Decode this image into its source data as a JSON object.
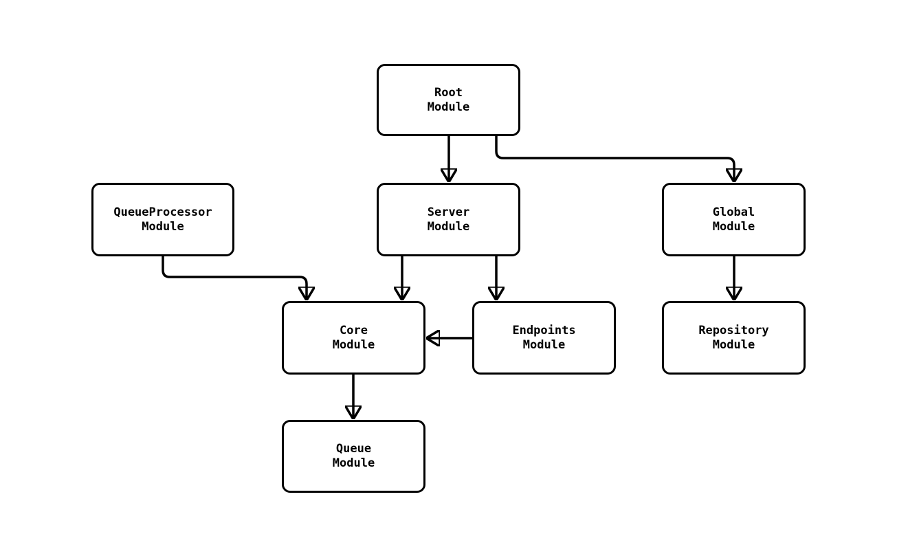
{
  "diagram": {
    "type": "flowchart",
    "direction": "top-down",
    "background_color": "#ffffff",
    "node_fill_color": "#ffffff",
    "node_border_color": "#000000",
    "edge_color": "#000000",
    "nodes": [
      {
        "id": "root",
        "label": "Root\nModule"
      },
      {
        "id": "queueprocessor",
        "label": "QueueProcessor\nModule"
      },
      {
        "id": "server",
        "label": "Server\nModule"
      },
      {
        "id": "global",
        "label": "Global\nModule"
      },
      {
        "id": "core",
        "label": "Core\nModule"
      },
      {
        "id": "endpoints",
        "label": "Endpoints\nModule"
      },
      {
        "id": "repository",
        "label": "Repository\nModule"
      },
      {
        "id": "queue",
        "label": "Queue\nModule"
      }
    ],
    "edges": [
      {
        "from": "root",
        "to": "server",
        "arrow": "filled-triangle"
      },
      {
        "from": "root",
        "to": "global",
        "arrow": "filled-triangle"
      },
      {
        "from": "queueprocessor",
        "to": "core",
        "arrow": "filled-triangle"
      },
      {
        "from": "server",
        "to": "core",
        "arrow": "filled-triangle"
      },
      {
        "from": "server",
        "to": "endpoints",
        "arrow": "filled-triangle"
      },
      {
        "from": "endpoints",
        "to": "core",
        "arrow": "filled-triangle"
      },
      {
        "from": "global",
        "to": "repository",
        "arrow": "filled-triangle"
      },
      {
        "from": "core",
        "to": "queue",
        "arrow": "filled-triangle"
      }
    ]
  }
}
